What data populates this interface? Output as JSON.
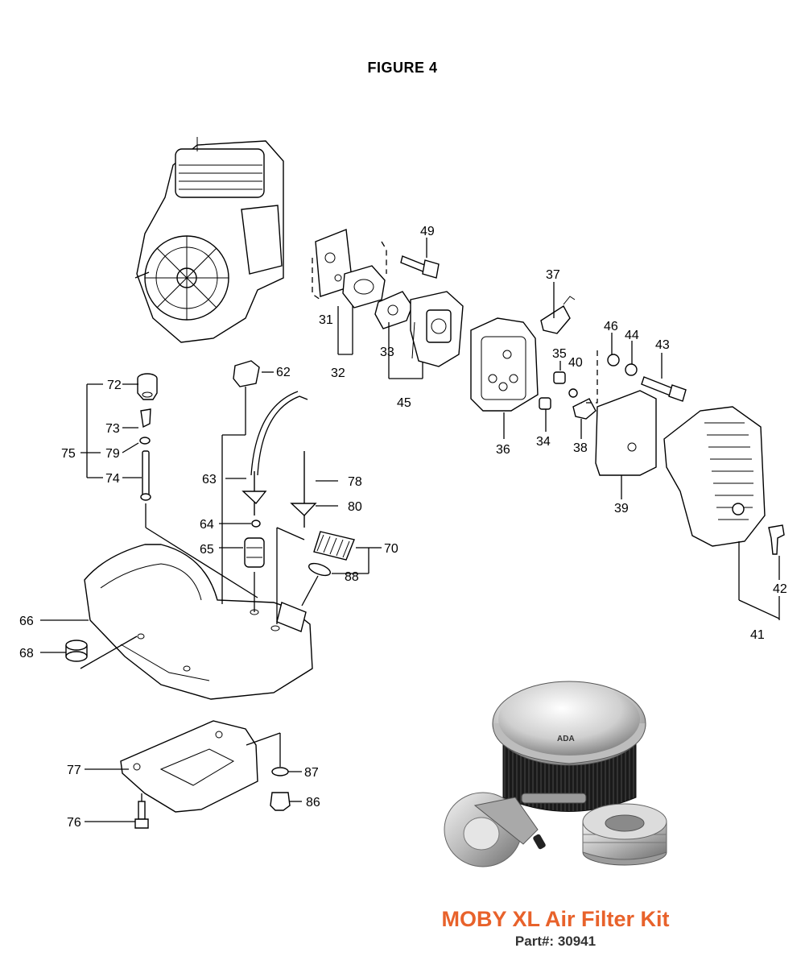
{
  "figure_title": "FIGURE 4",
  "callouts": {
    "c31": "31",
    "c32": "32",
    "c33": "33",
    "c34": "34",
    "c35": "35",
    "c36": "36",
    "c37": "37",
    "c38": "38",
    "c39": "39",
    "c40": "40",
    "c41": "41",
    "c42": "42",
    "c43": "43",
    "c44": "44",
    "c45": "45",
    "c46": "46",
    "c49": "49",
    "c62": "62",
    "c63": "63",
    "c64": "64",
    "c65": "65",
    "c66": "66",
    "c68": "68",
    "c70": "70",
    "c72": "72",
    "c73": "73",
    "c74": "74",
    "c75": "75",
    "c76": "76",
    "c77": "77",
    "c78": "78",
    "c79": "79",
    "c80": "80",
    "c86": "86",
    "c87": "87",
    "c88": "88"
  },
  "product": {
    "title": "MOBY XL Air Filter Kit",
    "part_number": "Part#: 30941",
    "logo_text": "ADA",
    "colors": {
      "title": "#e8622b",
      "part": "#333333"
    }
  }
}
